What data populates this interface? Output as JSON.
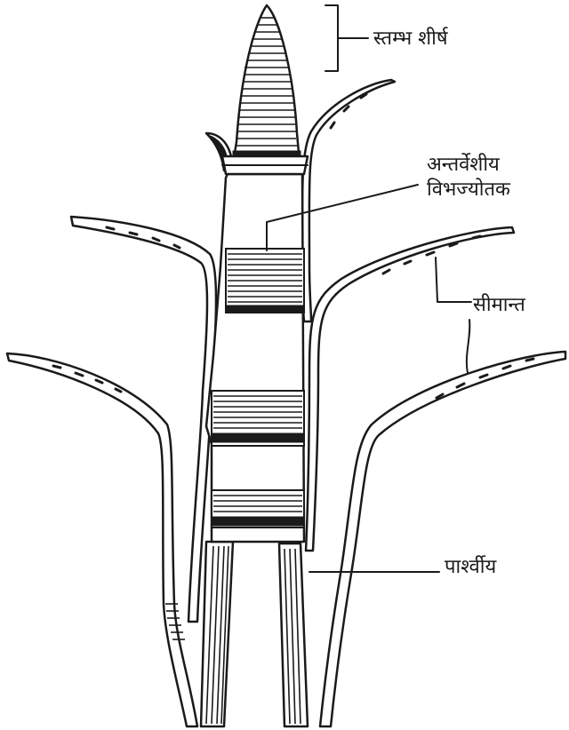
{
  "labels": {
    "apex": "स्तम्भ शीर्ष",
    "internodal_meristem_line1": "अन्तर्वेशीय",
    "internodal_meristem_line2": "विभज्योतक",
    "margin": "सीमान्त",
    "lateral": "पार्श्वीय"
  },
  "colors": {
    "ink": "#1a1a1a",
    "background": "#ffffff"
  }
}
